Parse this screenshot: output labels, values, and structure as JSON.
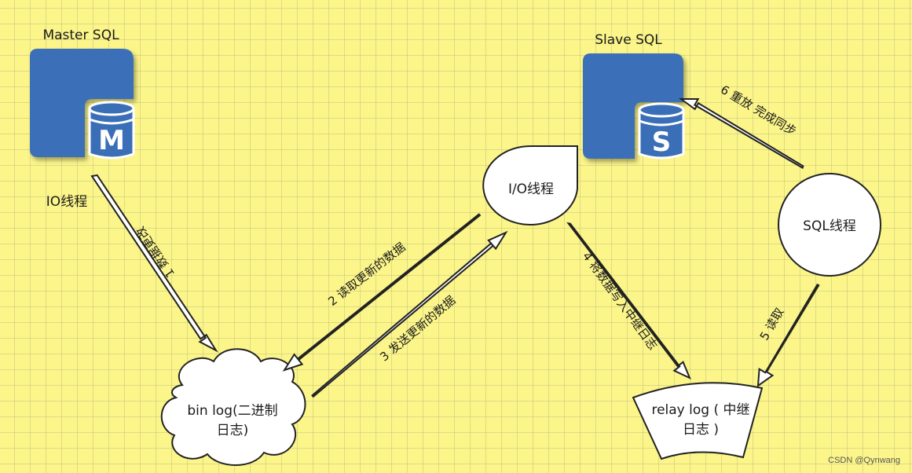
{
  "nodes": {
    "master": {
      "title": "Master SQL",
      "letter": "M"
    },
    "slave": {
      "title": "Slave SQL",
      "letter": "S"
    },
    "io_label": "IO线程",
    "io_thread": "I/O线程",
    "sql_thread": "SQL线程",
    "binlog": {
      "line1": "bin log(二进制",
      "line2": "日志)"
    },
    "relaylog": {
      "line1": "relay log ( 中继",
      "line2": "日志 )"
    }
  },
  "edges": {
    "e1": "1 数据更改",
    "e2": "2  读取更新的数据",
    "e3": "3  发送更新的数据",
    "e4": "4 将数据写入中继日志",
    "e5": "5 读取",
    "e6": "6 重放 完成同步"
  },
  "watermark": "CSDN @Qynwang",
  "colors": {
    "background": "#fbf58a",
    "db_blue": "#3a6fb8",
    "db_dark": "#2a5294",
    "stroke": "#222222",
    "node_fill": "#ffffff"
  }
}
